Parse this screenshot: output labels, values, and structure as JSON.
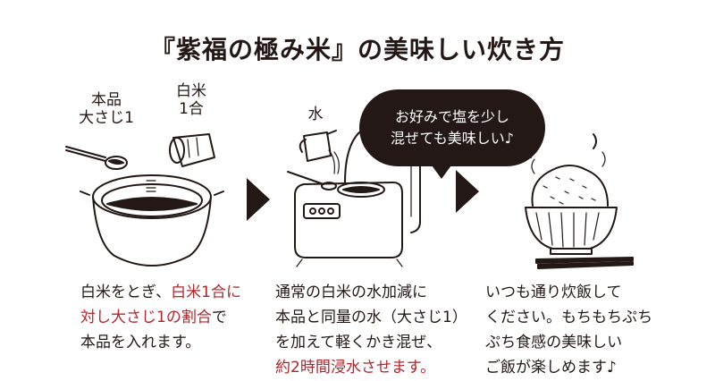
{
  "title": "『紫福の極み米』の美味しい炊き方",
  "step1": {
    "label_product": [
      "本品",
      "大さじ1"
    ],
    "label_rice": [
      "白米",
      "1合"
    ],
    "desc": [
      [
        {
          "t": "白米をとぎ、",
          "h": false
        },
        {
          "t": "白米1合に",
          "h": true
        }
      ],
      [
        {
          "t": "対し大さじ1の割合",
          "h": true
        },
        {
          "t": "で",
          "h": false
        }
      ],
      [
        {
          "t": "本品を入れます。",
          "h": false
        }
      ]
    ]
  },
  "step2": {
    "label_water": "水",
    "bubble": [
      "お好みで塩を少し",
      "混ぜても美味しい♪"
    ],
    "desc": [
      [
        {
          "t": "通常の白米の水加減に",
          "h": false
        }
      ],
      [
        {
          "t": "本品と同量の水（大さじ1）",
          "h": false
        }
      ],
      [
        {
          "t": "を加えて軽くかき混ぜ、",
          "h": false
        }
      ],
      [
        {
          "t": "約2時間浸水させます。",
          "h": true
        }
      ]
    ]
  },
  "step3": {
    "desc": [
      [
        {
          "t": "いつも通り炊飯して",
          "h": false
        }
      ],
      [
        {
          "t": "ください。もちもちぷち",
          "h": false
        }
      ],
      [
        {
          "t": "ぷち食感の美味しい",
          "h": false
        }
      ],
      [
        {
          "t": "ご飯が楽しめます♪",
          "h": false
        }
      ]
    ]
  },
  "colors": {
    "ink": "#231815",
    "highlight": "#b0262b",
    "background": "#ffffff"
  },
  "icons": [
    "rice-pot-icon",
    "spoon-icon",
    "measuring-cup-icon",
    "water-pitcher-icon",
    "rice-cooker-icon",
    "rice-bowl-icon",
    "chopsticks-icon",
    "arrow-right-icon"
  ]
}
